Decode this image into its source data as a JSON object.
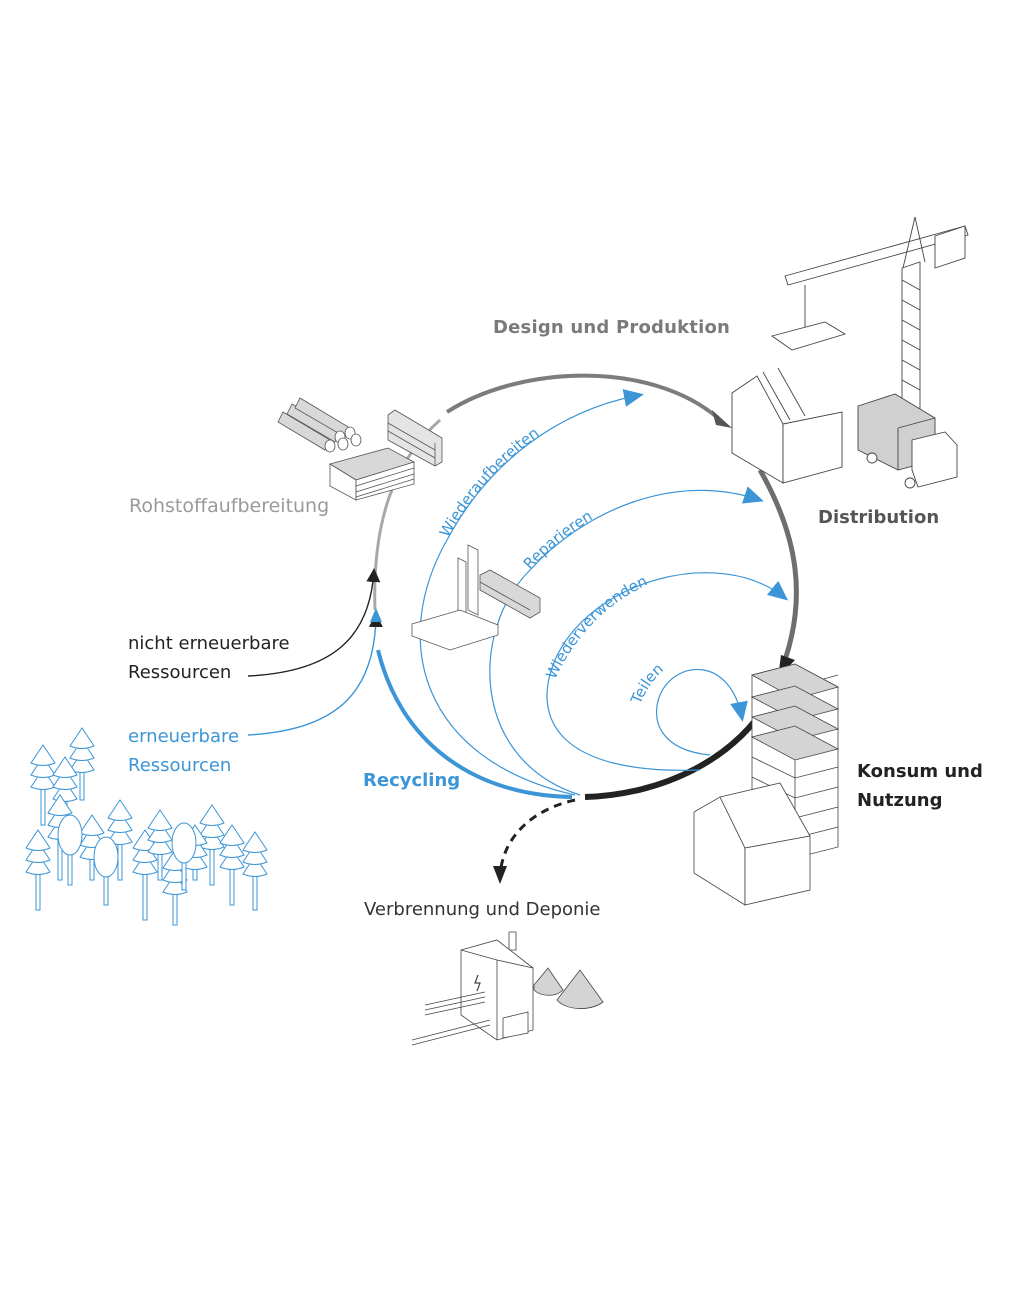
{
  "diagram": {
    "type": "circular-economy-cycle",
    "colors": {
      "blue": "#3b95d6",
      "dark": "#222222",
      "mid_gray": "#6e6e6e",
      "light_gray": "#a8a8a8",
      "fill_gray": "#d4d4d4"
    },
    "stages": {
      "design": "Design und Produktion",
      "raw_materials": "Rohstoffaufbereitung",
      "distribution": "Distribution",
      "consumption_line1": "Konsum und",
      "consumption_line2": "Nutzung",
      "recycling": "Recycling",
      "disposal": "Verbrennung und Deponie"
    },
    "resources": {
      "non_renewable_line1": "nicht erneuerbare",
      "non_renewable_line2": "Ressourcen",
      "renewable_line1": "erneuerbare",
      "renewable_line2": "Ressourcen"
    },
    "inner_loops": [
      {
        "label": "Wiederaufbereiten"
      },
      {
        "label": "Reparieren"
      },
      {
        "label": "Wiederverwenden"
      },
      {
        "label": "Teilen"
      }
    ],
    "icons": {
      "raw_materials": "raw-material-stacks-icon",
      "reprocessing": "components-stack-icon",
      "distribution": "crane-truck-warehouse-icon",
      "consumption": "building-house-icon",
      "disposal": "incinerator-landfill-icon",
      "forest": "forest-icon"
    }
  }
}
